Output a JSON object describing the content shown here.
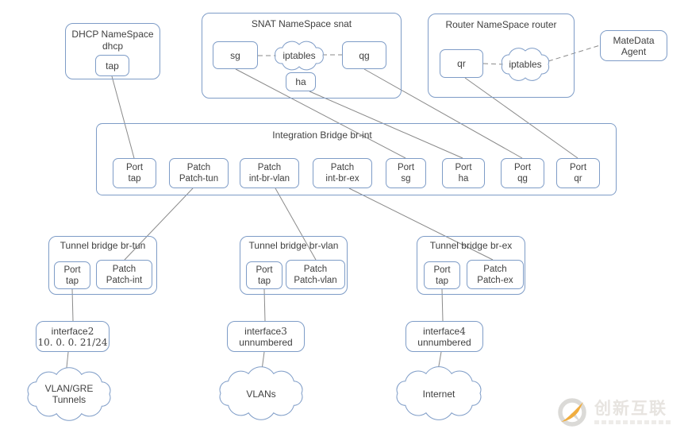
{
  "colors": {
    "box_border": "#7e9cc7",
    "wire_gray": "#8a8a8a",
    "watermark_orange": "#f0ad3f"
  },
  "dhcp_ns": {
    "title": "DHCP NameSpace",
    "subtitle": "dhcp",
    "tap": "tap"
  },
  "snat_ns": {
    "title": "SNAT NameSpace",
    "subtitle": "snat",
    "sg": "sg",
    "iptables": "iptables",
    "qg": "qg",
    "ha": "ha"
  },
  "router_ns": {
    "title": "Router NameSpace",
    "subtitle": "router",
    "qr": "qr",
    "iptables": "iptables"
  },
  "metadata_agent": {
    "line1": "MateData",
    "line2": "Agent"
  },
  "integration_bridge": {
    "title": "Integration Bridge",
    "subtitle": "br-int",
    "ports": [
      {
        "line1": "Port",
        "line2": "tap"
      },
      {
        "line1": "Patch",
        "line2": "Patch-tun"
      },
      {
        "line1": "Patch",
        "line2": "int-br-vlan"
      },
      {
        "line1": "Patch",
        "line2": "int-br-ex"
      },
      {
        "line1": "Port",
        "line2": "sg"
      },
      {
        "line1": "Port",
        "line2": "ha"
      },
      {
        "line1": "Port",
        "line2": "qg"
      },
      {
        "line1": "Port",
        "line2": "qr"
      }
    ]
  },
  "tunnel_bridges": [
    {
      "title": "Tunnel bridge",
      "subtitle": "br-tun",
      "port_line1": "Port",
      "port_line2": "tap",
      "patch_line1": "Patch",
      "patch_line2": "Patch-int"
    },
    {
      "title": "Tunnel bridge",
      "subtitle": "br-vlan",
      "port_line1": "Port",
      "port_line2": "tap",
      "patch_line1": "Patch",
      "patch_line2": "Patch-vlan"
    },
    {
      "title": "Tunnel bridge",
      "subtitle": "br-ex",
      "port_line1": "Port",
      "port_line2": "tap",
      "patch_line1": "Patch",
      "patch_line2": "Patch-ex"
    }
  ],
  "interfaces": [
    {
      "prefix": "interface",
      "num": "2",
      "detail": "10. 0. 0. 21/24"
    },
    {
      "prefix": "interface",
      "num": "3",
      "detail": "unnumbered"
    },
    {
      "prefix": "interface",
      "num": "4",
      "detail": "unnumbered"
    }
  ],
  "clouds": {
    "snat_iptables": "iptables",
    "router_iptables": "iptables",
    "tunnels_line1": "VLAN/GRE",
    "tunnels_line2": "Tunnels",
    "vlans": "VLANs",
    "internet": "Internet"
  },
  "watermark": {
    "brand": "创新互联"
  }
}
